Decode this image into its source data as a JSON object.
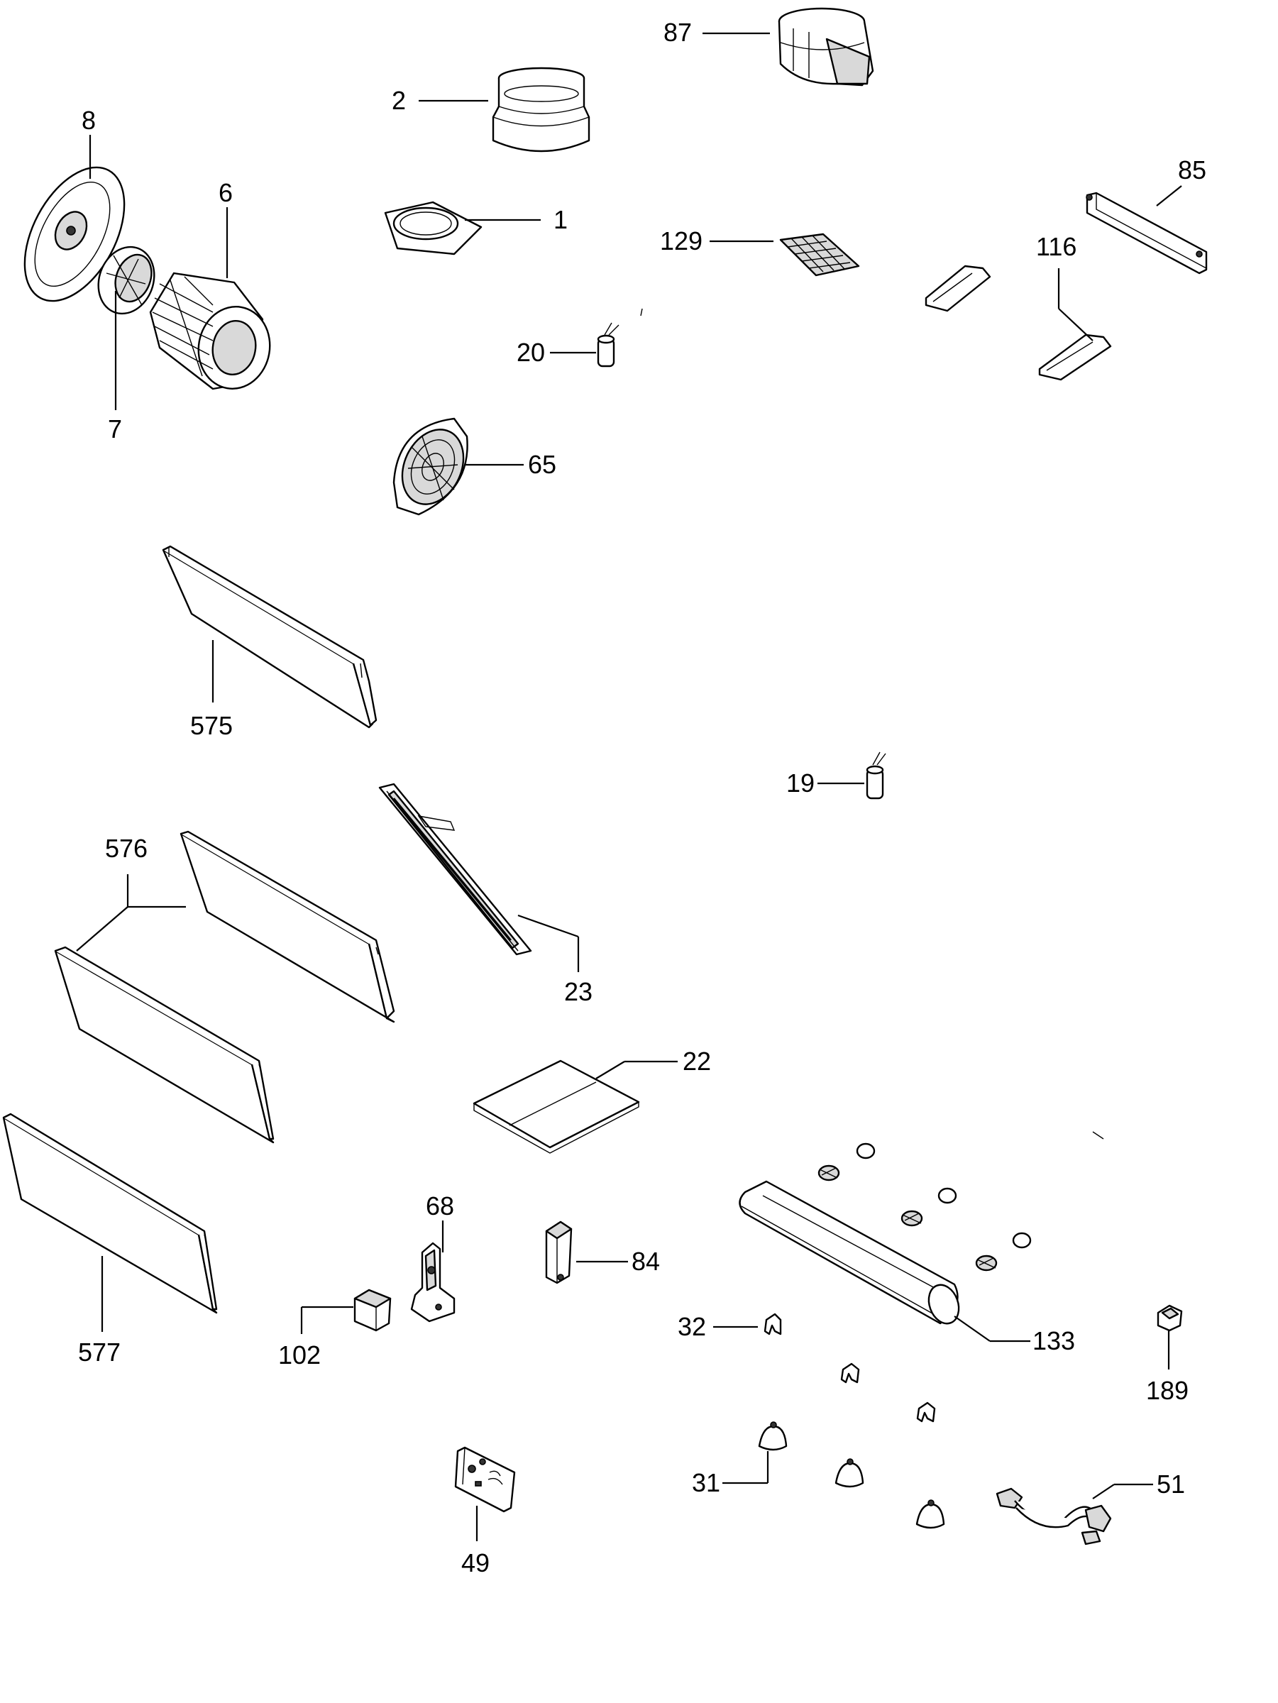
{
  "labels": {
    "l87": "87",
    "l2": "2",
    "l8": "8",
    "l6": "6",
    "l1": "1",
    "l85": "85",
    "l129": "129",
    "l116": "116",
    "l20": "20",
    "l7": "7",
    "l65": "65",
    "l575": "575",
    "l19": "19",
    "l576": "576",
    "l23": "23",
    "l22": "22",
    "l68": "68",
    "l84": "84",
    "l32": "32",
    "l133": "133",
    "l189": "189",
    "l102": "102",
    "l577": "577",
    "l31": "31",
    "l51": "51",
    "l49": "49"
  }
}
